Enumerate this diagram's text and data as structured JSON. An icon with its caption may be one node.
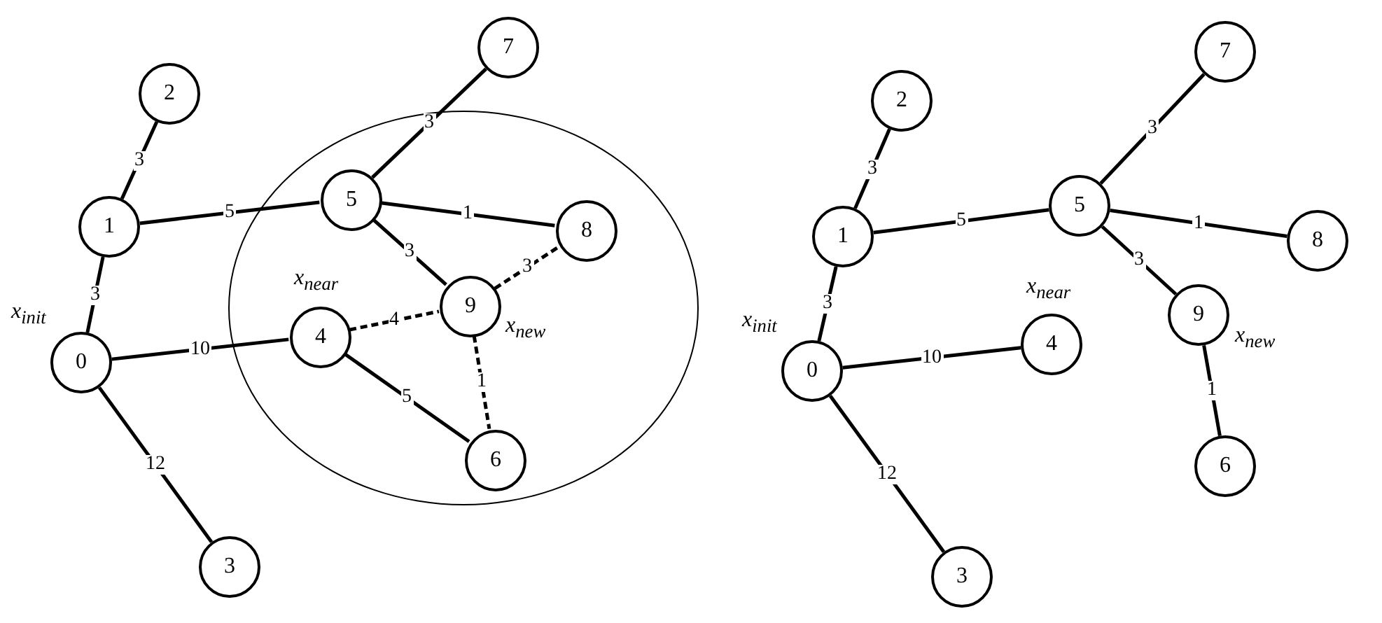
{
  "diagram": {
    "nodes": [
      {
        "text": [],
        "shape": "circle"
      },
      {
        "text": [
          "0"
        ],
        "beside": [
          "x$_{init}$"
        ]
      },
      {
        "text": [
          "1"
        ]
      },
      {
        "text": [
          "2"
        ]
      },
      {
        "text": [
          "3"
        ]
      },
      {
        "text": [
          "4"
        ],
        "in": 0,
        "beside": [
          "x$_{near}$"
        ]
      },
      {
        "text": [
          "5"
        ],
        "in": 0
      },
      {
        "text": [
          "6"
        ],
        "in": 0
      },
      {
        "text": [
          "7"
        ]
      },
      {
        "text": [
          "8"
        ],
        "in": 0
      },
      {
        "text": [
          "9"
        ],
        "in": 0,
        "beside": [
          "x$_{new}$"
        ]
      },
      {
        "text": [
          "0"
        ],
        "beside": [
          "x$_{init}$"
        ]
      },
      {
        "text": [
          "1"
        ]
      },
      {
        "text": [
          "2"
        ]
      },
      {
        "text": [
          "3"
        ]
      },
      {
        "text": [
          "4"
        ],
        "beside": [
          "x$_{near}$"
        ]
      },
      {
        "text": [
          "5"
        ]
      },
      {
        "text": [
          "6"
        ]
      },
      {
        "text": [
          "7"
        ]
      },
      {
        "text": [
          "8"
        ]
      },
      {
        "text": [
          "9"
        ],
        "beside": [
          "x$_{new}$"
        ]
      }
    ],
    "edges": [
      {
        "from": 1,
        "to": 2,
        "arrow": "none",
        "label": "3"
      },
      {
        "from": 2,
        "to": 3,
        "arrow": "none",
        "label": "3"
      },
      {
        "from": 2,
        "to": 6,
        "arrow": "none",
        "label": "5"
      },
      {
        "from": 1,
        "to": 5,
        "arrow": "none",
        "label": "10"
      },
      {
        "from": 1,
        "to": 4,
        "arrow": "none",
        "label": "12"
      },
      {
        "from": 6,
        "to": 8,
        "arrow": "none",
        "label": "3"
      },
      {
        "from": 6,
        "to": 9,
        "arrow": "none",
        "label": "1"
      },
      {
        "from": 6,
        "to": 10,
        "arrow": "none",
        "label": "3"
      },
      {
        "from": 5,
        "to": 10,
        "arrow": "none",
        "label": "4",
        "style": "dashed"
      },
      {
        "from": 10,
        "to": 9,
        "arrow": "none",
        "label": "3",
        "style": "dashed"
      },
      {
        "from": 5,
        "to": 7,
        "arrow": "none",
        "label": "5"
      },
      {
        "from": 10,
        "to": 7,
        "arrow": "none",
        "label": "1",
        "style": "dashed"
      },
      {
        "from": 11,
        "to": 12,
        "arrow": "none",
        "label": "3"
      },
      {
        "from": 12,
        "to": 13,
        "arrow": "none",
        "label": "3"
      },
      {
        "from": 12,
        "to": 16,
        "arrow": "none",
        "label": "5"
      },
      {
        "from": 11,
        "to": 15,
        "arrow": "none",
        "label": "10"
      },
      {
        "from": 11,
        "to": 14,
        "arrow": "none",
        "label": "12"
      },
      {
        "from": 16,
        "to": 18,
        "arrow": "none",
        "label": "3"
      },
      {
        "from": 16,
        "to": 19,
        "arrow": "none",
        "label": "1"
      },
      {
        "from": 16,
        "to": 20,
        "arrow": "none",
        "label": "3"
      },
      {
        "from": 20,
        "to": 17,
        "arrow": "none",
        "label": "1"
      }
    ]
  }
}
